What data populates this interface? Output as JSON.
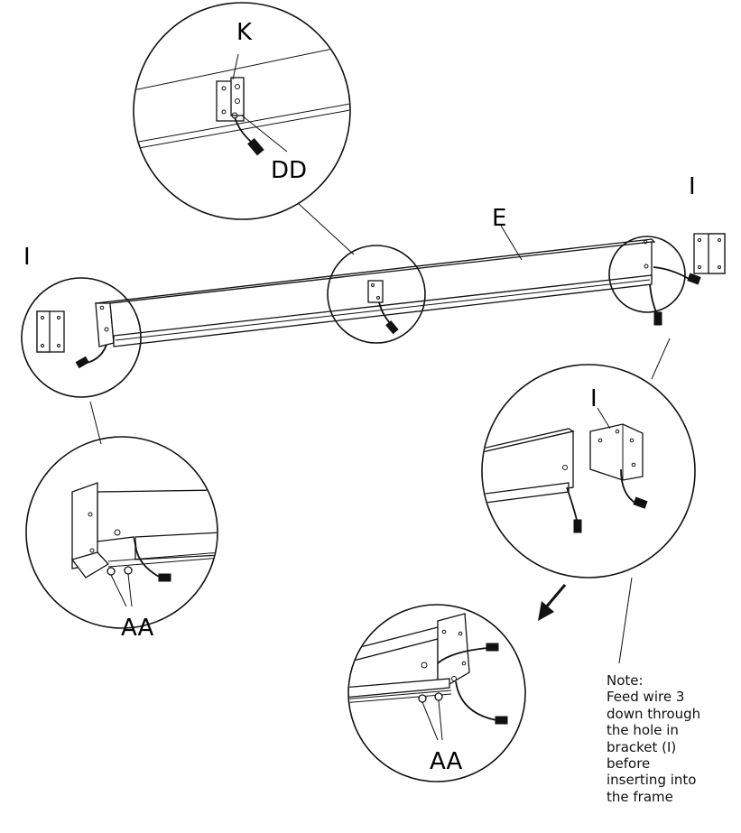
{
  "labels": {
    "K": "K",
    "DD": "DD",
    "E": "E",
    "I_left": "I",
    "I_right": "I",
    "I_detail": "I",
    "AA_left": "AA",
    "AA_right": "AA"
  },
  "note": {
    "lines": [
      "Note:",
      "Feed wire 3",
      "down through",
      "the hole in",
      "bracket (I)",
      "before",
      "inserting into",
      "the frame"
    ]
  }
}
